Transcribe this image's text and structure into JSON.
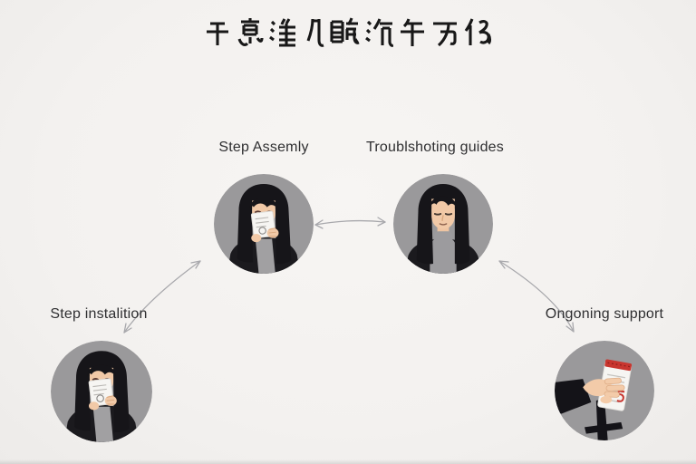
{
  "title": {
    "text": "干悳潅爿馘沂午万仫"
  },
  "nodes": [
    {
      "id": "step-assembly",
      "label": "Step Assemly",
      "icon": "woman-covering-face-with-paper"
    },
    {
      "id": "troubleshooting-guides",
      "label": "Troublshoting guides",
      "icon": "woman-portrait"
    },
    {
      "id": "step-installation",
      "label": "Step instalition",
      "icon": "woman-covering-face-with-paper"
    },
    {
      "id": "ongoing-support",
      "label": "Ongoning support",
      "icon": "hand-holding-notepad"
    }
  ],
  "connections": [
    {
      "from": "step-installation",
      "to": "step-assembly",
      "style": "double-headed-curved"
    },
    {
      "from": "step-assembly",
      "to": "troubleshooting-guides",
      "style": "double-headed-curved"
    },
    {
      "from": "troubleshooting-guides",
      "to": "ongoing-support",
      "style": "double-headed-curved"
    }
  ],
  "colors": {
    "background": "#f4f2f0",
    "circle_fill": "#9a999b",
    "title_text": "#181818",
    "label_text": "#2f2f31",
    "arrow": "#a8a8ac",
    "hair": "#161519",
    "coat": "#1b1a1e",
    "skin": "#f1c9a7",
    "paper": "#f6f5f2",
    "notepad_red": "#c8362f"
  }
}
